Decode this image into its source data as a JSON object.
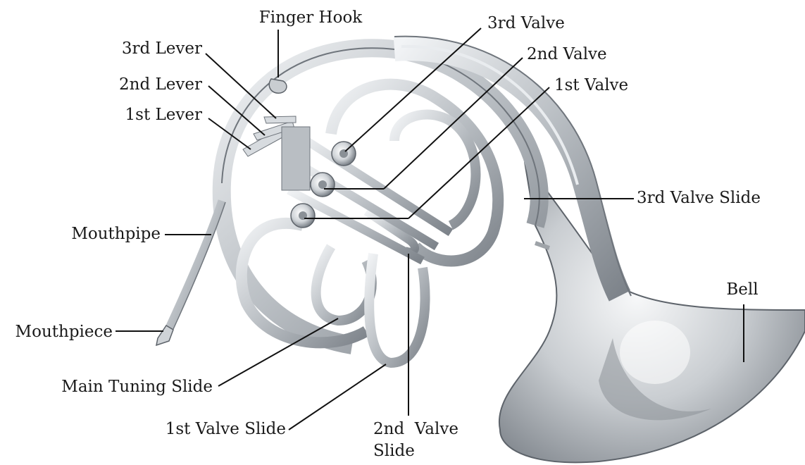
{
  "labels": {
    "finger_hook": "Finger Hook",
    "third_lever": "3rd Lever",
    "second_lever": "2nd Lever",
    "first_lever": "1st Lever",
    "third_valve": "3rd Valve",
    "second_valve": "2nd Valve",
    "first_valve": "1st Valve",
    "third_valve_slide": "3rd Valve Slide",
    "mouthpipe": "Mouthpipe",
    "mouthpiece": "Mouthpiece",
    "bell": "Bell",
    "main_tuning_slide": "Main Tuning Slide",
    "first_valve_slide": "1st Valve Slide",
    "second_valve_slide_line1": "2nd  Valve",
    "second_valve_slide_line2": "Slide"
  },
  "colors": {
    "label_text": "#1a1a1a",
    "leader_line": "#111111",
    "brass_silver": "#c4c8cc",
    "brass_shadow": "#6f757c",
    "background": "#ffffff"
  }
}
